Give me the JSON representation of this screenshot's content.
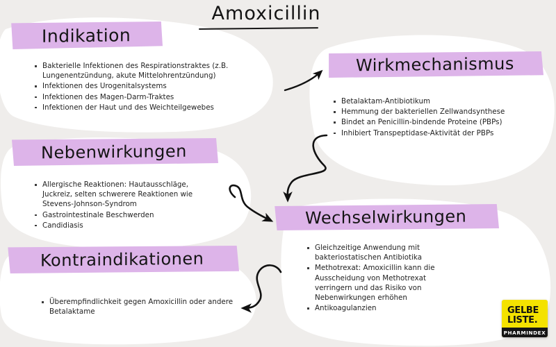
{
  "page": {
    "title": "Amoxicillin",
    "background_color": "#efedeb",
    "highlight_color": "#ddb4e9",
    "blob_color": "#ffffff",
    "text_color": "#232323"
  },
  "sections": {
    "indikation": {
      "heading": "Indikation",
      "items": [
        "Bakterielle Infektionen des Respirationstraktes (z.B. Lungenentzündung, akute Mittelohrentzündung)",
        "Infektionen des Urogenitalsystems",
        "Infektionen des Magen-Darm-Traktes",
        "Infektionen der Haut und des Weichteilgewebes"
      ]
    },
    "wirkmechanismus": {
      "heading": "Wirkmechanismus",
      "items": [
        "Betalaktam-Antibiotikum",
        "Hemmung der bakteriellen Zellwandsynthese",
        "Bindet an Penicillin-bindende Proteine (PBPs)",
        "Inhibiert Transpeptidase-Aktivität der PBPs"
      ]
    },
    "nebenwirkungen": {
      "heading": "Nebenwirkungen",
      "items": [
        "Allergische Reaktionen: Hautausschläge, Juckreiz, selten schwerere Reaktionen wie Stevens-Johnson-Syndrom",
        "Gastrointestinale Beschwerden",
        "Candidiasis"
      ]
    },
    "wechselwirkungen": {
      "heading": "Wechselwirkungen",
      "items": [
        "Gleichzeitige Anwendung mit bakteriostatischen Antibiotika",
        "Methotrexat: Amoxicillin kann die Ausscheidung von Methotrexat verringern und das Risiko von Nebenwirkungen erhöhen",
        "Antikoagulanzien"
      ]
    },
    "kontraindikationen": {
      "heading": "Kontraindikationen",
      "items": [
        "Überempfindlichkeit gegen Amoxicillin oder andere Betalaktame"
      ]
    }
  },
  "logo": {
    "line1": "GELBE",
    "line2": "LISTE.",
    "line3": "PHARMINDEX",
    "background_color": "#f4e200",
    "bar_color": "#151515"
  },
  "arrows": [
    {
      "name": "indikation-to-wirkmechanismus",
      "style": "curved-up-right"
    },
    {
      "name": "wirkmechanismus-to-wechselwirkungen",
      "style": "s-curve-down"
    },
    {
      "name": "nebenwirkungen-to-wechselwirkungen",
      "style": "loop-right-down"
    },
    {
      "name": "wechselwirkungen-to-kontraindikationen",
      "style": "s-curve-left"
    }
  ]
}
